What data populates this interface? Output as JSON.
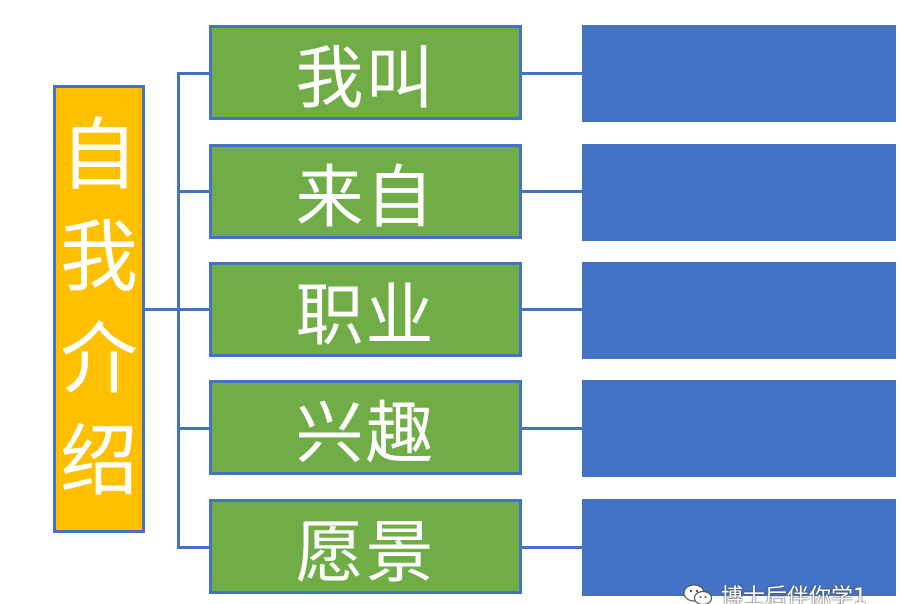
{
  "colors": {
    "root_fill": "#FFC000",
    "node_fill": "#70AD47",
    "answer_fill": "#4472C4",
    "line": "#4472C4",
    "text": "#FFFFFF"
  },
  "root": {
    "label": "自我介绍"
  },
  "nodes": [
    {
      "label": "我叫"
    },
    {
      "label": "来自"
    },
    {
      "label": "职业"
    },
    {
      "label": "兴趣"
    },
    {
      "label": "愿景"
    }
  ],
  "watermark": {
    "icon": "wechat-icon",
    "text": "博士后伴你学1"
  }
}
